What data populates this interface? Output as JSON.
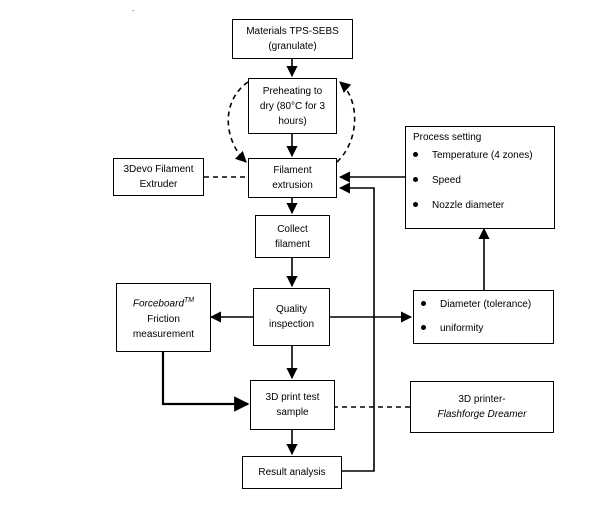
{
  "stray_mark": ".",
  "nodes": {
    "materials": {
      "line1": "Materials TPS-SEBS",
      "line2": "(granulate)"
    },
    "preheat": {
      "line1": "Preheating to",
      "line2": "dry (80°C  for 3",
      "line3": "hours)"
    },
    "extrusion": {
      "line1": "Filament",
      "line2": "extrusion"
    },
    "extruder": {
      "line1": "3Devo Filament",
      "line2": "Extruder"
    },
    "collect": {
      "line1": "Collect",
      "line2": "filament"
    },
    "quality": {
      "line1": "Quality",
      "line2": "inspection"
    },
    "forceboard": {
      "line1_main": "Forceboard",
      "line1_sup": "TM",
      "line2": "Friction",
      "line3": "measurement"
    },
    "print_test": {
      "line1": "3D print test",
      "line2": "sample"
    },
    "printer": {
      "line1": "3D printer-",
      "line2": "Flashforge Dreamer"
    },
    "result": {
      "line1": "Result analysis"
    }
  },
  "process_setting": {
    "title": "Process setting",
    "items": [
      "Temperature (4 zones)",
      "Speed",
      "Nozzle diameter"
    ]
  },
  "diameter_box": {
    "items": [
      "Diameter (tolerance)",
      "uniformity"
    ]
  }
}
